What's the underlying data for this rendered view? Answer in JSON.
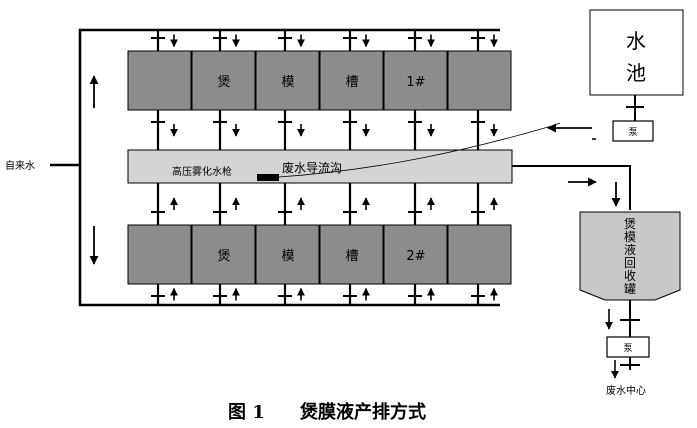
{
  "tank1": {
    "cells": [
      "",
      "煲",
      "模",
      "槽",
      "1#",
      ""
    ]
  },
  "tank2": {
    "cells": [
      "",
      "煲",
      "模",
      "槽",
      "2#",
      ""
    ]
  },
  "channel": {
    "spray_label": "高压雾化水枪",
    "label": "废水导流沟"
  },
  "tap_water_label": "自来水",
  "pool": {
    "line1": "水",
    "line2": "池"
  },
  "pump_label": "泵",
  "recovery_tank": {
    "chars": [
      "煲",
      "模",
      "液",
      "回",
      "收",
      "罐"
    ]
  },
  "waste_center_label": "废水中心",
  "caption": {
    "number": "图 1",
    "text": "煲膜液产排方式"
  }
}
